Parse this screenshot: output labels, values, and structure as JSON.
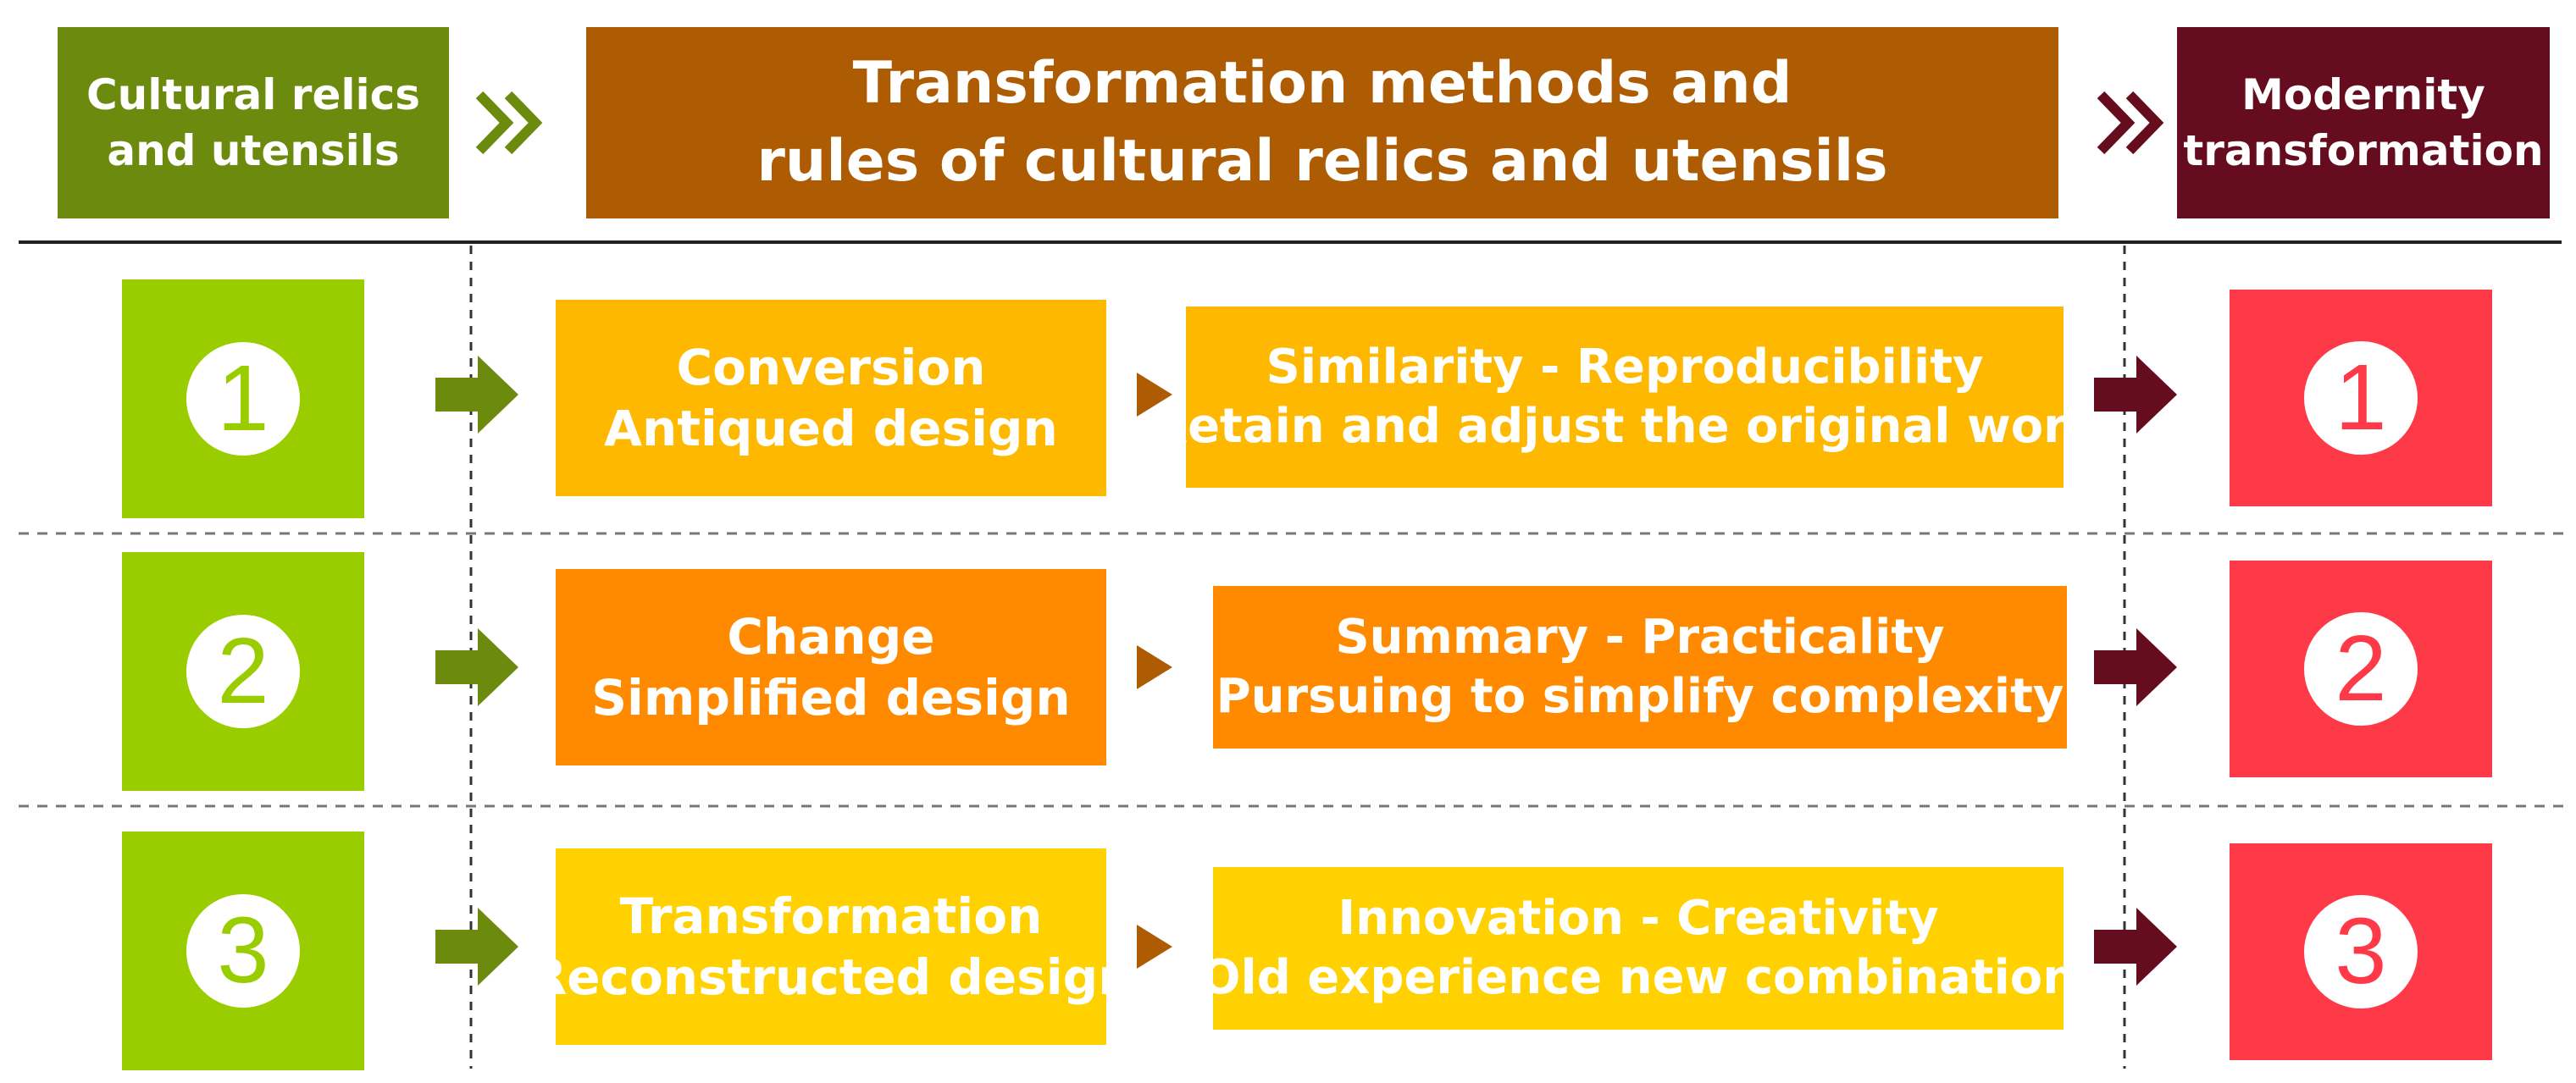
{
  "header": {
    "left_lines": [
      "Cultural relics",
      "and utensils"
    ],
    "middle_lines": [
      "Transformation methods and",
      "rules of cultural relics and utensils"
    ],
    "right_lines": [
      "Modernity",
      "transformation"
    ]
  },
  "rows": [
    {
      "number": "1",
      "method_lines": [
        "Conversion",
        "Antiqued design"
      ],
      "rule_lines": [
        "Similarity - Reproducibility",
        "Retain and adjust the original work"
      ]
    },
    {
      "number": "2",
      "method_lines": [
        "Change",
        "Simplified design"
      ],
      "rule_lines": [
        "Summary - Practicality",
        "Pursuing to simplify complexity"
      ]
    },
    {
      "number": "3",
      "method_lines": [
        "Transformation",
        "Reconstructed design"
      ],
      "rule_lines": [
        "Innovation - Creativity",
        "Old experience new combination"
      ]
    }
  ],
  "colors": {
    "header_left": "#6b8a0e",
    "header_middle": "#ad5c04",
    "header_right": "#650d1f",
    "number_left": "#9acd00",
    "number_right": "#ff3a48",
    "row1": "#ffb800",
    "row2": "#ff8a00",
    "row3": "#ffd100",
    "arrow_green": "#6b8a0e",
    "arrow_brown": "#ad5c04",
    "arrow_dark": "#650d1f"
  }
}
